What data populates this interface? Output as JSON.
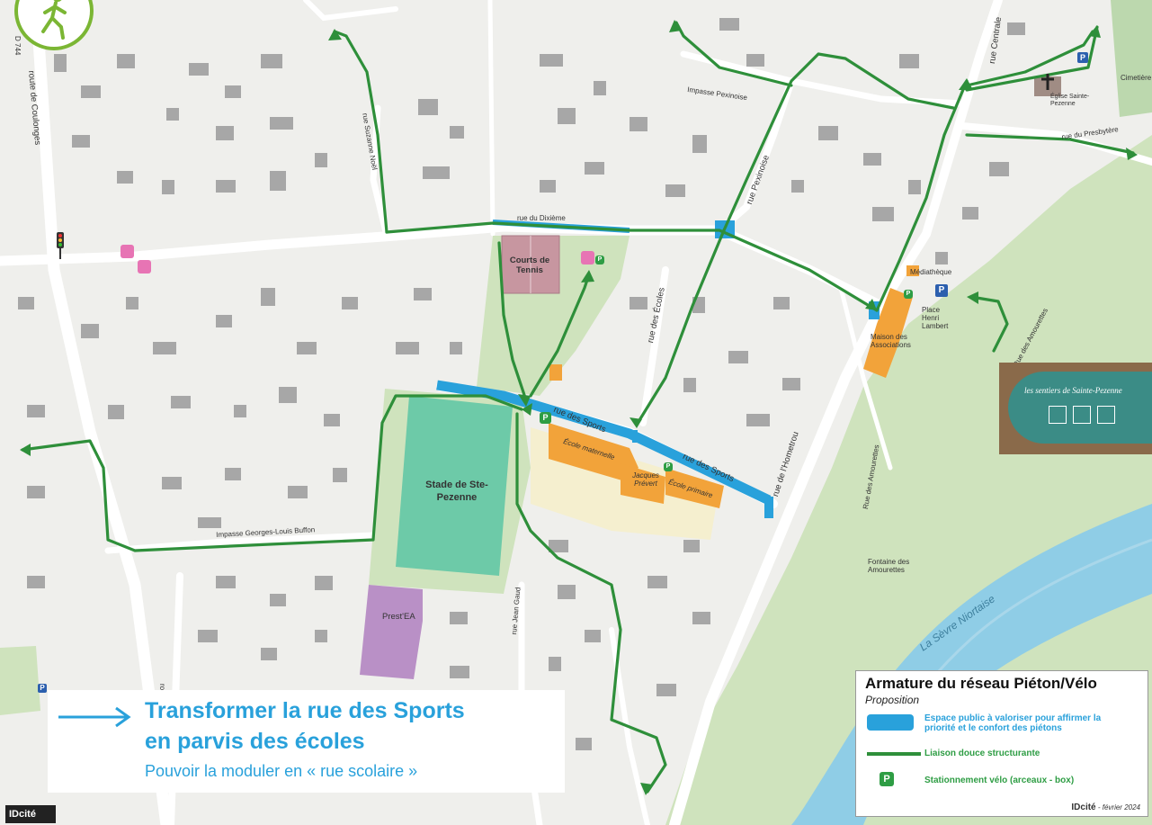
{
  "headline": {
    "line1": "Transformer la rue des Sports",
    "line2": "en parvis des écoles",
    "line3": "Pouvoir la moduler en « rue scolaire »"
  },
  "legend": {
    "title": "Armature du réseau Piéton/Vélo",
    "subtitle": "Proposition",
    "item_blue": "Espace public à valoriser pour affirmer la priorité et le confort des piétons",
    "item_green": "Liaison douce structurante",
    "item_bike": "Stationnement vélo (arceaux - box)",
    "bike_symbol": "P",
    "credit_logo": "IDcité",
    "credit_date": "- février 2024"
  },
  "corner_logo": "IDcité",
  "parking_symbol": "P",
  "streets": {
    "d744": "D 744",
    "coulonges": "route de Coulonges",
    "dixieme": "rue du Dixième",
    "sports1": "rue des Sports",
    "sports2": "rue des Sports",
    "ecoles": "rue des Écoles",
    "pexinoise": "rue Pexinoise",
    "centrale": "rue Centrale",
    "presbytere": "rue du Presbytère",
    "hometrou": "rue de l'Hometrou",
    "impasse_pexinoise": "Impasse Pexinoise",
    "suzanne": "rue Suzanne Noël",
    "buffon": "Impasse Georges-Louis Buffon",
    "jean_gaud": "rue Jean Gaud",
    "amourettes_rue": "Rue des Amourettes",
    "amourettes_path": "Rue des Amourettes",
    "fontaine": "Fontaine des Amourettes",
    "sevre": "La Sèvre Niortaise",
    "fox": "rou",
    "cimetiere": "Cimetière",
    "eglise": "Église Sainte-Pezenne"
  },
  "places": {
    "tennis": "Courts de Tennis",
    "stade": "Stade de Ste-Pezenne",
    "prestea": "Prest'EA",
    "ecole_maternelle": "École maternelle",
    "jacques_prevert": "Jacques Prévert",
    "ecole_primaire": "École primaire",
    "mediatheque": "Médiathèque",
    "place_lambert": "Place Henri Lambert",
    "maison_assoc": "Maison des Associations"
  },
  "sign": {
    "text": "les sentiers de Sainte-Pezenne"
  },
  "colors": {
    "green_route": "#2e8f3a",
    "blue_space": "#29a1db",
    "river": "#8fcde6",
    "green_area": "#cfe3bd",
    "school_area": "#f5efcf",
    "school_building": "#f2a33a",
    "stadium": "#6dcaa8",
    "tennis": "#c796a0",
    "prestea": "#b990c6",
    "bus_icon": "#e774b4",
    "legend_text": "#2e9d44",
    "headline": "#29a1db"
  }
}
